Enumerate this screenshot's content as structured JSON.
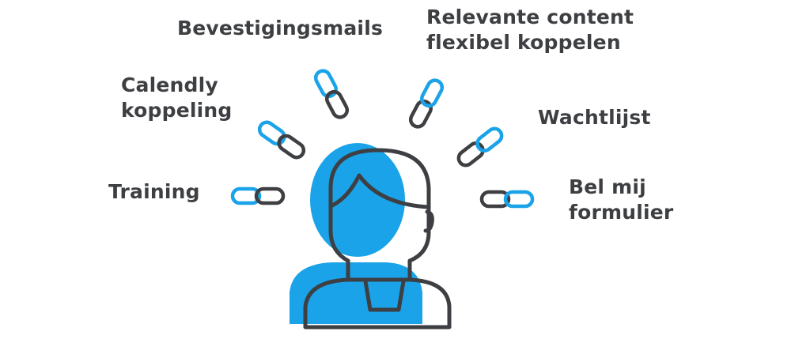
{
  "labels": {
    "bevestigingsmails": "Bevestigingsmails",
    "relevante_line1": "Relevante content",
    "relevante_line2": "flexibel koppelen",
    "calendly_line1": "Calendly",
    "calendly_line2": "koppeling",
    "wachtlijst": "Wachtlijst",
    "training": "Training",
    "belmij_line1": "Bel mij",
    "belmij_line2": "formulier"
  },
  "icons": [
    "person-icon",
    "link-icon"
  ],
  "colors": {
    "accent": "#1aa3e8",
    "dark": "#3d3f42",
    "background": "#ffffff"
  }
}
